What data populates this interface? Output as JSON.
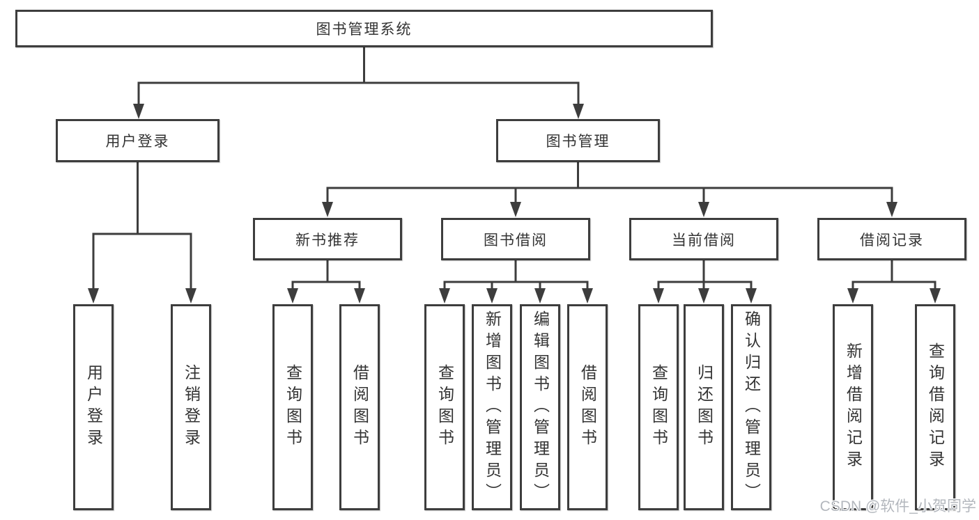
{
  "diagram": {
    "root": {
      "label": "图书管理系统"
    },
    "branches": [
      {
        "label": "用户登录",
        "children": [
          {
            "label": "用户登录"
          },
          {
            "label": "注销登录"
          }
        ]
      },
      {
        "label": "图书管理",
        "children": [
          {
            "label": "新书推荐",
            "children": [
              {
                "label": "查询图书"
              },
              {
                "label": "借阅图书"
              }
            ]
          },
          {
            "label": "图书借阅",
            "children": [
              {
                "label": "查询图书"
              },
              {
                "label": "新增图书（管理员）"
              },
              {
                "label": "编辑图书（管理员）"
              },
              {
                "label": "借阅图书"
              }
            ]
          },
          {
            "label": "当前借阅",
            "children": [
              {
                "label": "查询图书"
              },
              {
                "label": "归还图书"
              },
              {
                "label": "确认归还（管理员）"
              }
            ]
          },
          {
            "label": "借阅记录",
            "children": [
              {
                "label": "新增借阅记录"
              },
              {
                "label": "查询借阅记录"
              }
            ]
          }
        ]
      }
    ],
    "line_color": "#3d3d3d"
  },
  "watermark": {
    "text": "CSDN @软件_小贺同学"
  }
}
